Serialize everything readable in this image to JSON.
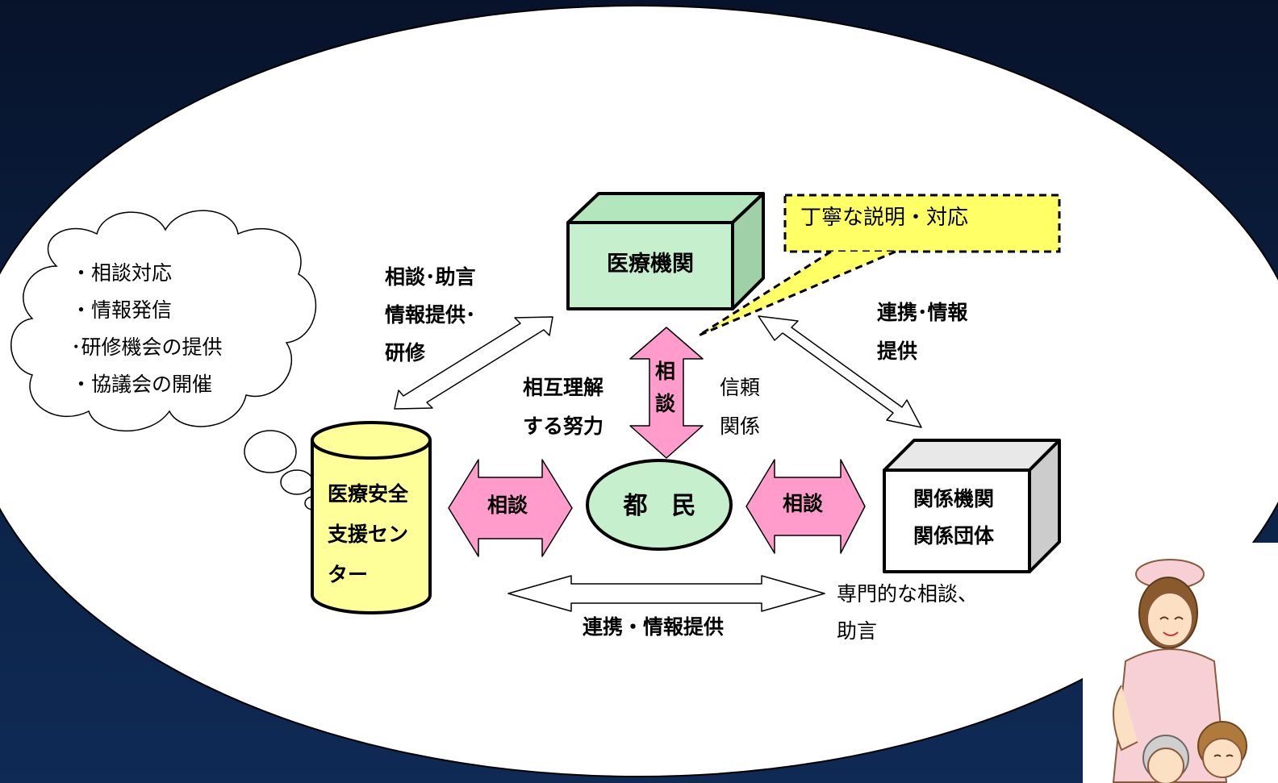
{
  "cloud": {
    "items": [
      "・相談対応",
      "・情報発信",
      "･研修機会の提供",
      "・協議会の開催"
    ]
  },
  "nodes": {
    "medical_institution": "医療機関",
    "support_center": [
      "医療安全",
      "支援セン",
      "ター"
    ],
    "citizens": "都　民",
    "related_orgs": [
      "関係機関",
      "関係団体"
    ]
  },
  "callout": "丁寧な説明・対応",
  "labels": {
    "consult_advice": [
      "相談･助言",
      "情報提供･",
      "研修"
    ],
    "cooperation_right": [
      "連携･情報",
      "提供"
    ],
    "mutual_understanding": [
      "相互理解",
      "する努力"
    ],
    "vertical_consult": [
      "相",
      "談"
    ],
    "trust": [
      "信頼",
      "関係"
    ],
    "consult_left": "相談",
    "consult_right": "相談",
    "cooperation_bottom": "連携・情報提供",
    "expert_consult": [
      "専門的な相談、",
      "助言"
    ]
  },
  "colors": {
    "background": "#0b1f42",
    "ellipse": "#ffffff",
    "medical_box": "#c6f0cd",
    "center_cylinder": "#ffff99",
    "citizen_ellipse": "#c6f0cd",
    "pink_arrow": "#ff9ccc",
    "callout": "#ffff66"
  }
}
